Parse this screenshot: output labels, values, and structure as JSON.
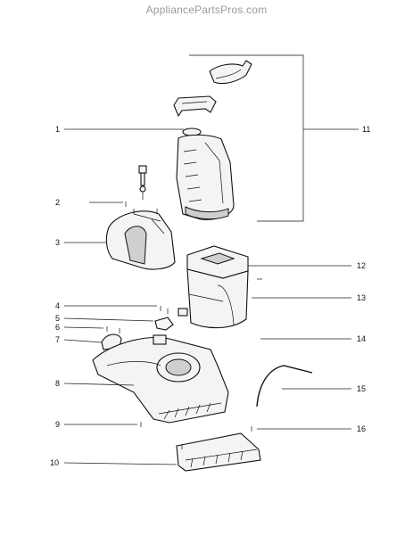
{
  "watermark": "AppliancePartsPros.com",
  "callouts": {
    "c1": "1",
    "c2": "2",
    "c3": "3",
    "c4": "4",
    "c5": "5",
    "c6": "6",
    "c7": "7",
    "c8": "8",
    "c9": "9",
    "c10": "10",
    "c11": "11",
    "c12": "12",
    "c13": "13",
    "c14": "14",
    "c15": "15",
    "c16": "16"
  },
  "colors": {
    "line": "#111111",
    "watermark": "#9a9a9a",
    "background": "#ffffff"
  }
}
